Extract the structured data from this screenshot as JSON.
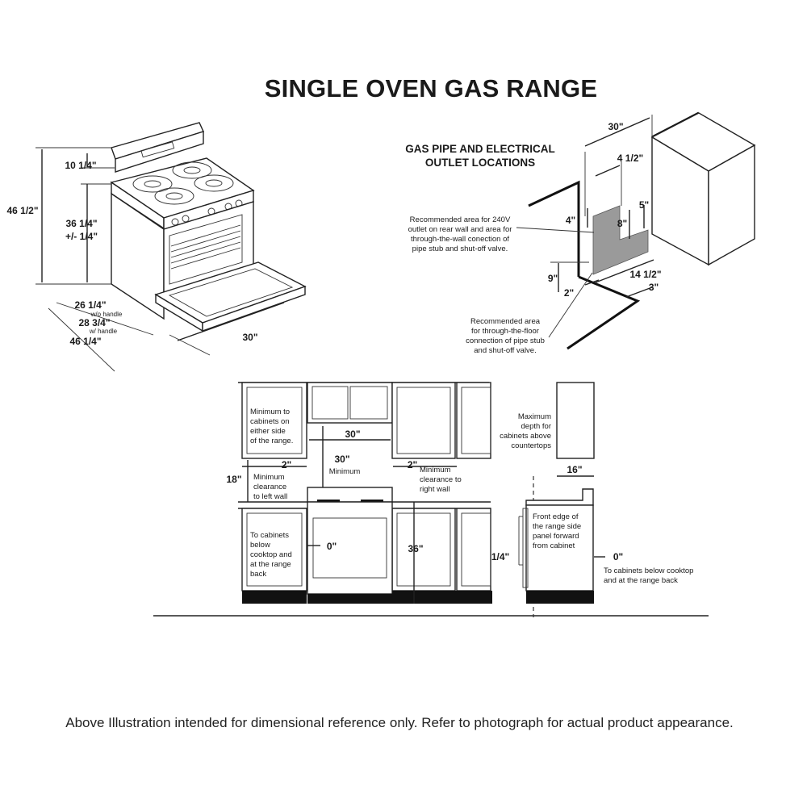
{
  "title": "SINGLE OVEN GAS RANGE",
  "gas_section": {
    "title_line1": "GAS PIPE AND ELECTRICAL",
    "title_line2": "OUTLET LOCATIONS",
    "note_wall": [
      "Recommended area for 240V",
      "outlet on rear wall and area for",
      "through-the-wall conection of",
      "pipe stub and shut-off valve."
    ],
    "note_floor": [
      "Recommended area",
      "for through-the-floor",
      "connection of pipe stub",
      "and shut-off valve."
    ],
    "dims": {
      "w30": "30\"",
      "w4_5": "4 1/2\"",
      "d4": "4\"",
      "d8": "8\"",
      "d5": "5\"",
      "d9": "9\"",
      "d2": "2\"",
      "d14_5": "14 1/2\"",
      "d3": "3\""
    }
  },
  "range_dims": {
    "h46_5": "46 1/2\"",
    "h10_25": "10 1/4\"",
    "h36_25": "36 1/4\"",
    "h36_tol": "+/- 1/4\"",
    "d26_25": "26 1/4\"",
    "d26_note": "w/o handle",
    "d28_75": "28 3/4\"",
    "d28_note": "w/ handle",
    "d46_25": "46 1/4\"",
    "w30": "30\""
  },
  "front_view": {
    "note_cabinets": [
      "Minimum to",
      "cabinets on",
      "either side",
      "of the range."
    ],
    "w30": "30\"",
    "h30": "30\"",
    "h30_label": "Minimum",
    "c2_left": "2\"",
    "c2_right": "2\"",
    "note_left_wall": [
      "Minimum",
      "clearance",
      "to left wall"
    ],
    "note_right_wall": [
      "Minimum",
      "clearance to",
      "right wall"
    ],
    "h18": "18\"",
    "h36": "36\"",
    "g0": "0\"",
    "note_below": [
      "To cabinets",
      "below",
      "cooktop and",
      "at the range",
      "back"
    ]
  },
  "side_view": {
    "note_max_depth": [
      "Maximum",
      "depth for",
      "cabinets above",
      "countertops"
    ],
    "d16": "16\"",
    "note_front_edge": [
      "Front edge of",
      "the range side",
      "panel forward",
      "from cabinet"
    ],
    "q1_4": "1/4\"",
    "g0": "0\"",
    "note_below": [
      "To cabinets below cooktop",
      "and at the range back"
    ]
  },
  "footer": "Above Illustration intended for dimensional reference only. Refer to photograph for actual product appearance."
}
